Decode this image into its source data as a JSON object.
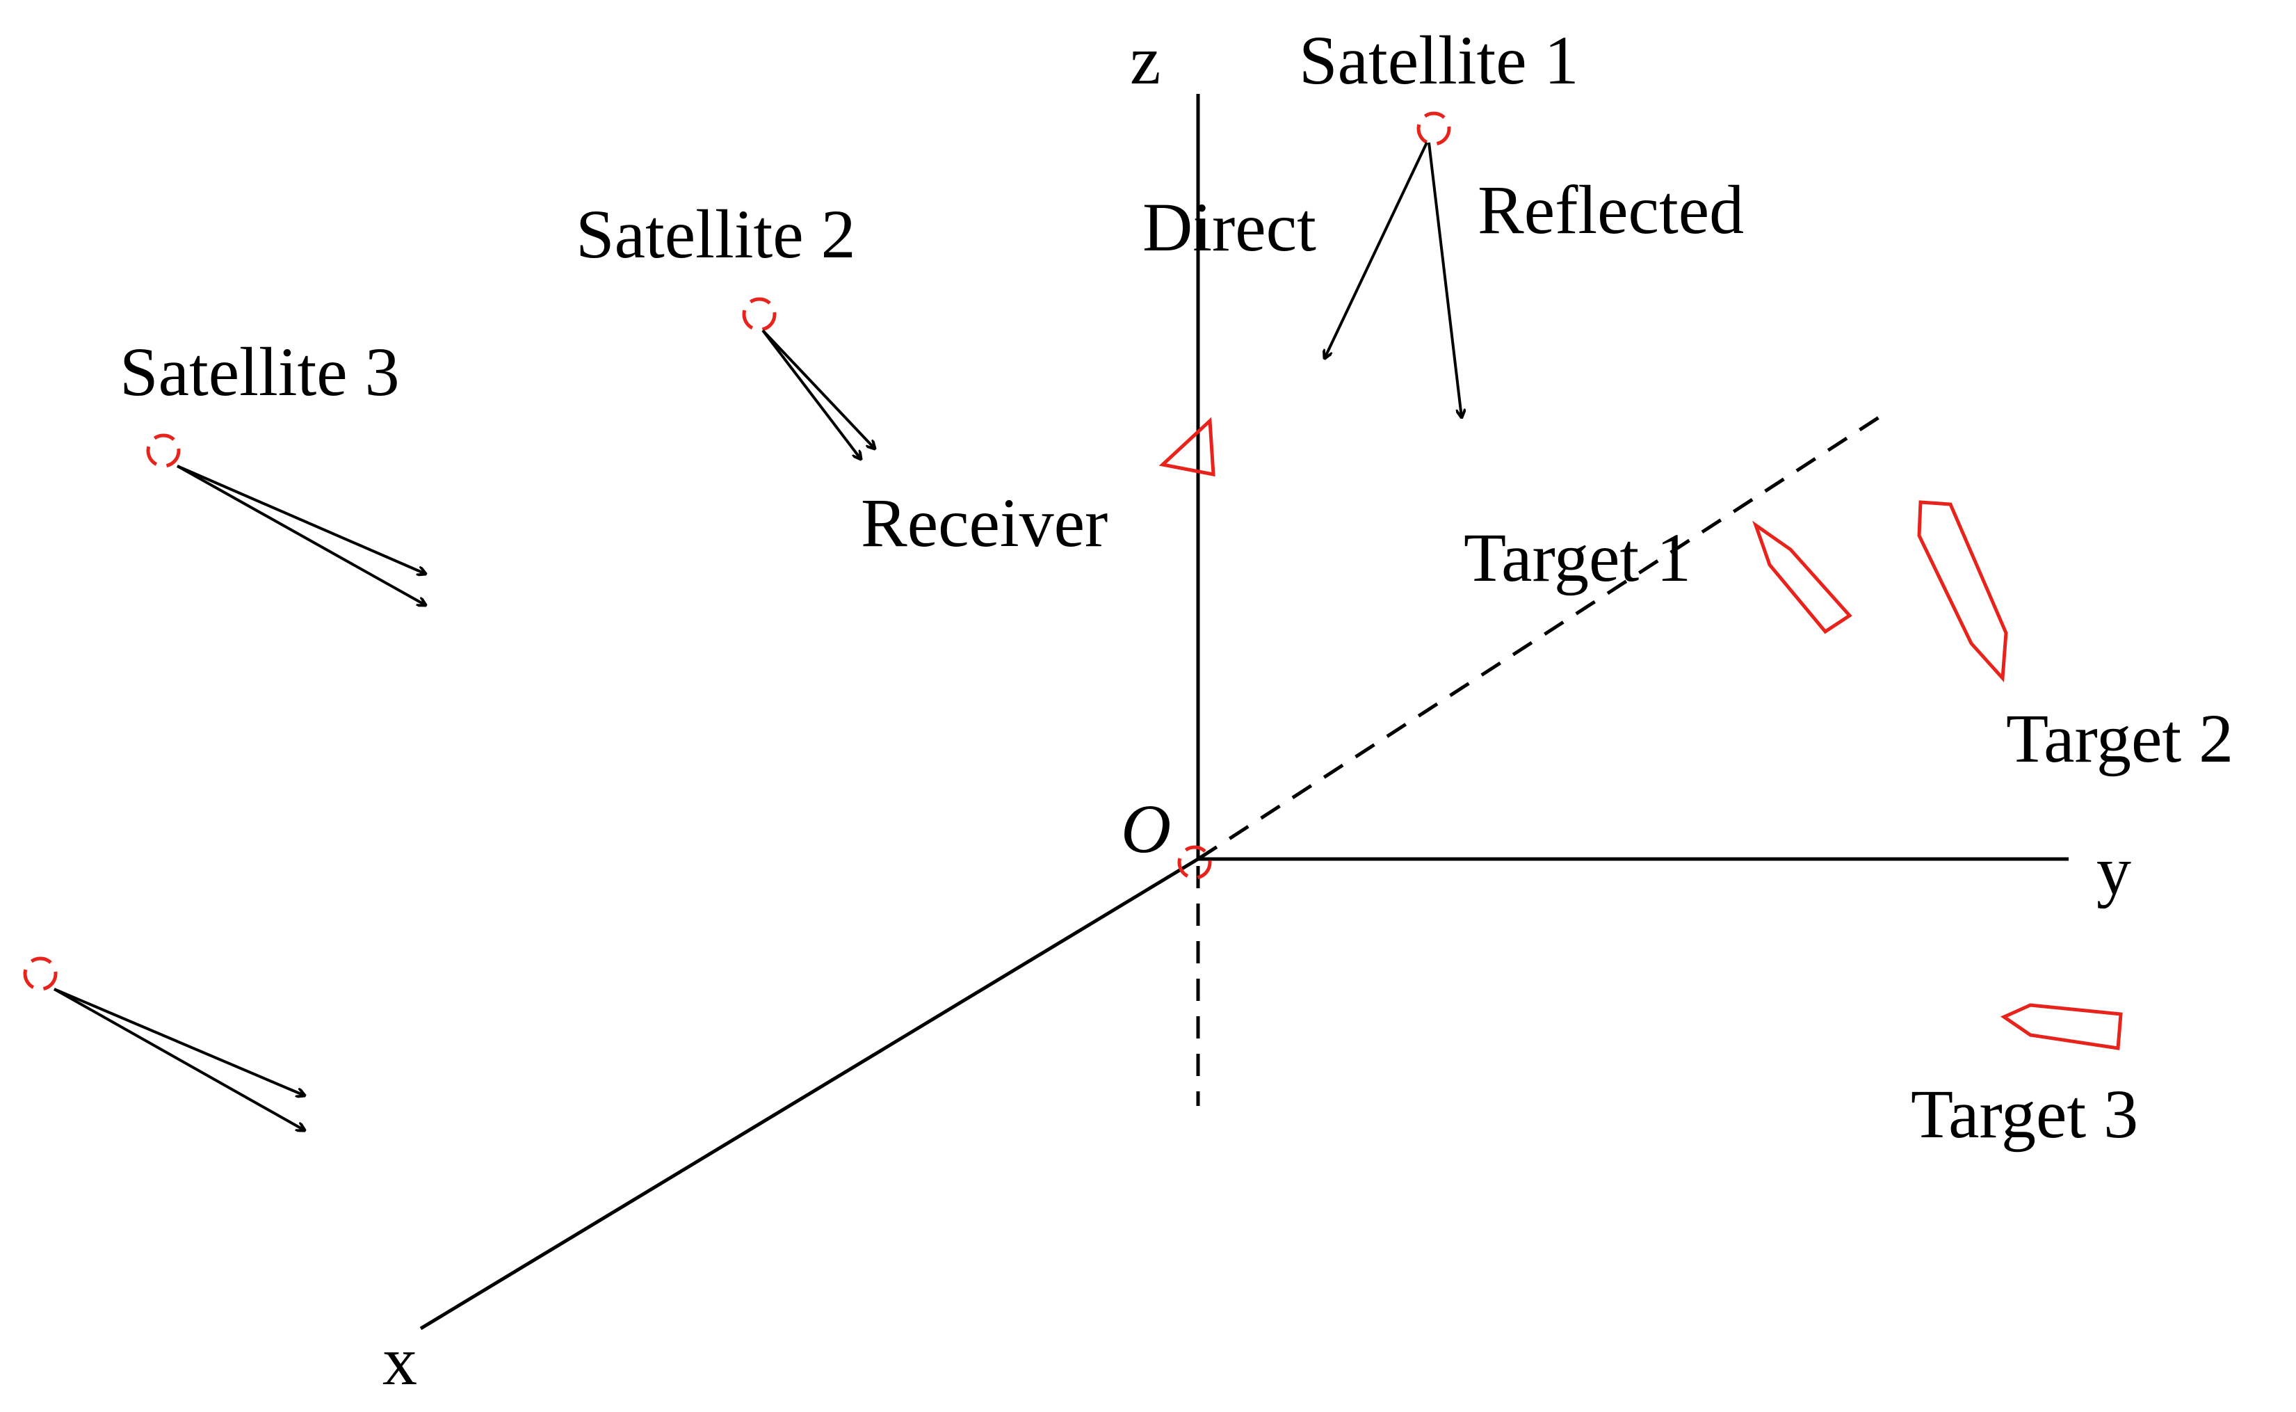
{
  "axes": {
    "x": "x",
    "y": "y",
    "z": "z",
    "origin": "O"
  },
  "labels": {
    "satellite_1": "Satellite 1",
    "satellite_2": "Satellite 2",
    "satellite_3": "Satellite 3",
    "direct": "Direct",
    "reflected": "Reflected",
    "receiver": "Receiver",
    "target_1": "Target 1",
    "target_2": "Target 2",
    "target_3": "Target 3"
  },
  "colors": {
    "marker": "#e8231b",
    "line": "#000000"
  },
  "icons": {
    "satellite": "satellite-dashed-circle-icon",
    "receiver": "triangle-icon",
    "target": "ship-icon"
  }
}
